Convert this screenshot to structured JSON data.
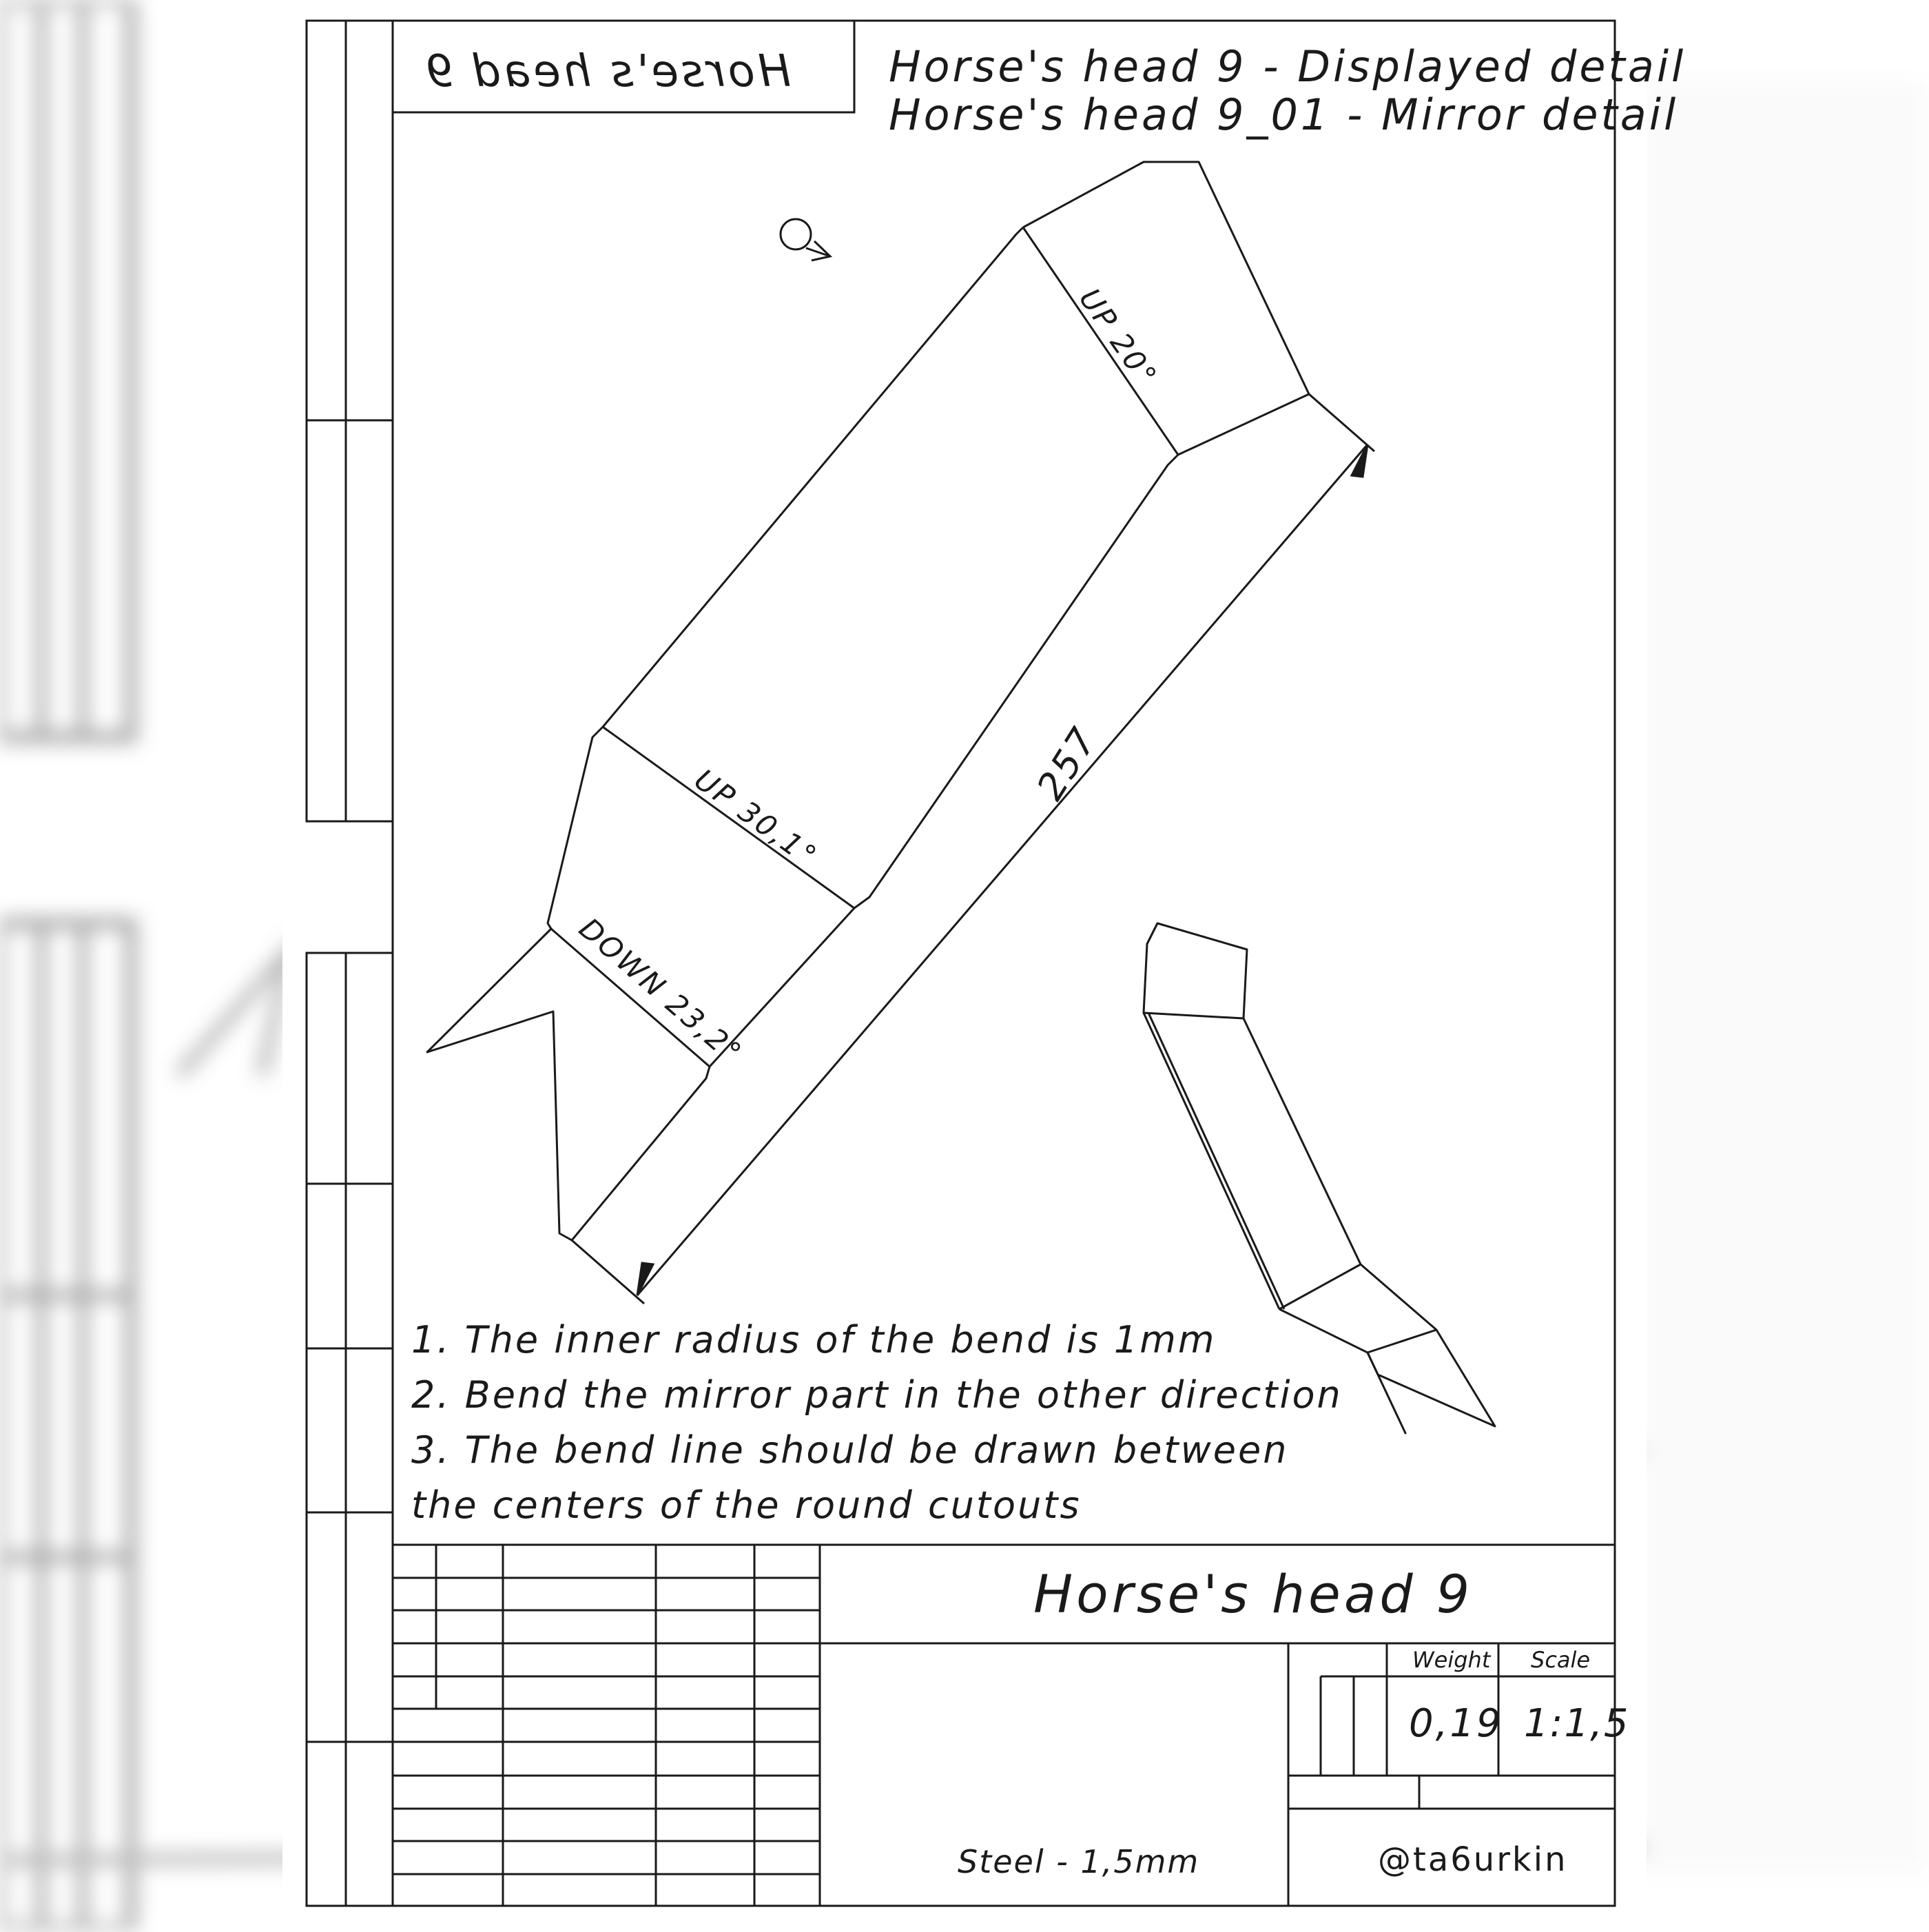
{
  "stamp_mirrored": "Horse's head 9",
  "header": {
    "line1": "Horse's head 9 - Displayed detail",
    "line2": "Horse's head 9_01 - Mirror detail"
  },
  "dimensions": {
    "length": "257",
    "bend_top": "UP 20°",
    "bend_middle": "UP 30,1°",
    "bend_bottom": "DOWN 23,2°"
  },
  "notes": [
    "1.  The inner radius of the bend is 1mm",
    "2.  Bend the mirror part in the other direction",
    "3.  The bend line should be drawn between",
    "the centers of the round cutouts"
  ],
  "title_block": {
    "title": "Horse's head 9",
    "weight_label": "Weight",
    "scale_label": "Scale",
    "weight": "0,19",
    "scale": "1:1,5",
    "material": "Steel  -  1,5mm",
    "author": "@ta6urkin"
  }
}
